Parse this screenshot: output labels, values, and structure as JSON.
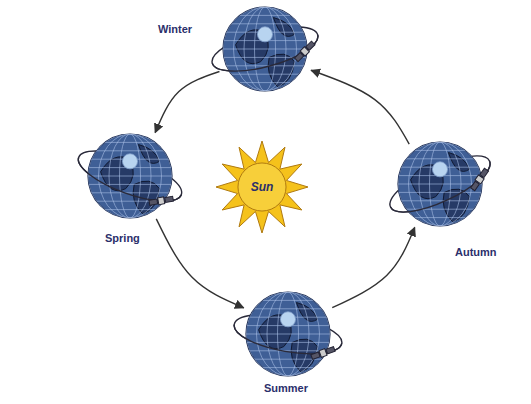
{
  "diagram": {
    "nodes": [
      {
        "text": [
          "Winter"
        ]
      },
      {
        "text": [
          "Spring"
        ]
      },
      {
        "text": [
          "Autumn"
        ]
      },
      {
        "text": [
          "Summer"
        ]
      },
      {
        "text": [
          "Sun"
        ]
      }
    ],
    "edges": [
      {
        "from": 0,
        "to": 1,
        "arrow": "to"
      },
      {
        "from": 1,
        "to": 3,
        "arrow": "to"
      },
      {
        "from": 3,
        "to": 2,
        "arrow": "to"
      },
      {
        "from": 2,
        "to": 0,
        "arrow": "to"
      }
    ]
  }
}
